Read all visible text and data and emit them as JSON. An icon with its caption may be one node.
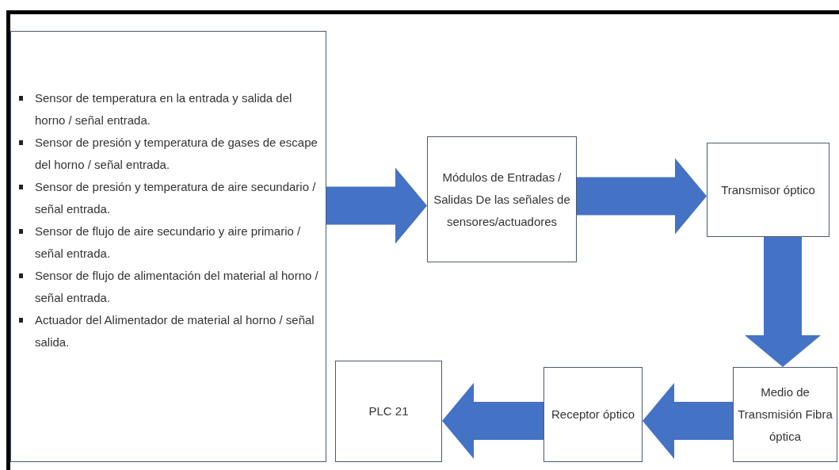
{
  "diagram": {
    "nodes": [
      {
        "text": [
          "Sensor de temperatura en la entrada y salida del horno / señal entrada.",
          "Sensor de presión y temperatura de gases de escape del horno / señal entrada.",
          "Sensor de presión y temperatura de aire secundario / señal entrada.",
          "Sensor de flujo de aire secundario y aire primario / señal entrada.",
          "Sensor de flujo de alimentación del material al horno / señal entrada.",
          "Actuador del Alimentador de material al horno / señal salida."
        ]
      },
      {
        "text": [
          "Módulos de Entradas / Salidas De las señales de sensores/actuadores"
        ]
      },
      {
        "text": [
          "Transmisor óptico"
        ]
      },
      {
        "text": [
          "Medio de Transmisión Fibra óptica"
        ]
      },
      {
        "text": [
          "Receptor óptico"
        ]
      },
      {
        "text": [
          "PLC 21"
        ]
      }
    ],
    "edges": [
      {
        "from": 0,
        "to": 1,
        "arrow": "to"
      },
      {
        "from": 1,
        "to": 2,
        "arrow": "to"
      },
      {
        "from": 2,
        "to": 3,
        "arrow": "to"
      },
      {
        "from": 3,
        "to": 4,
        "arrow": "to"
      },
      {
        "from": 4,
        "to": 5,
        "arrow": "to"
      }
    ]
  }
}
